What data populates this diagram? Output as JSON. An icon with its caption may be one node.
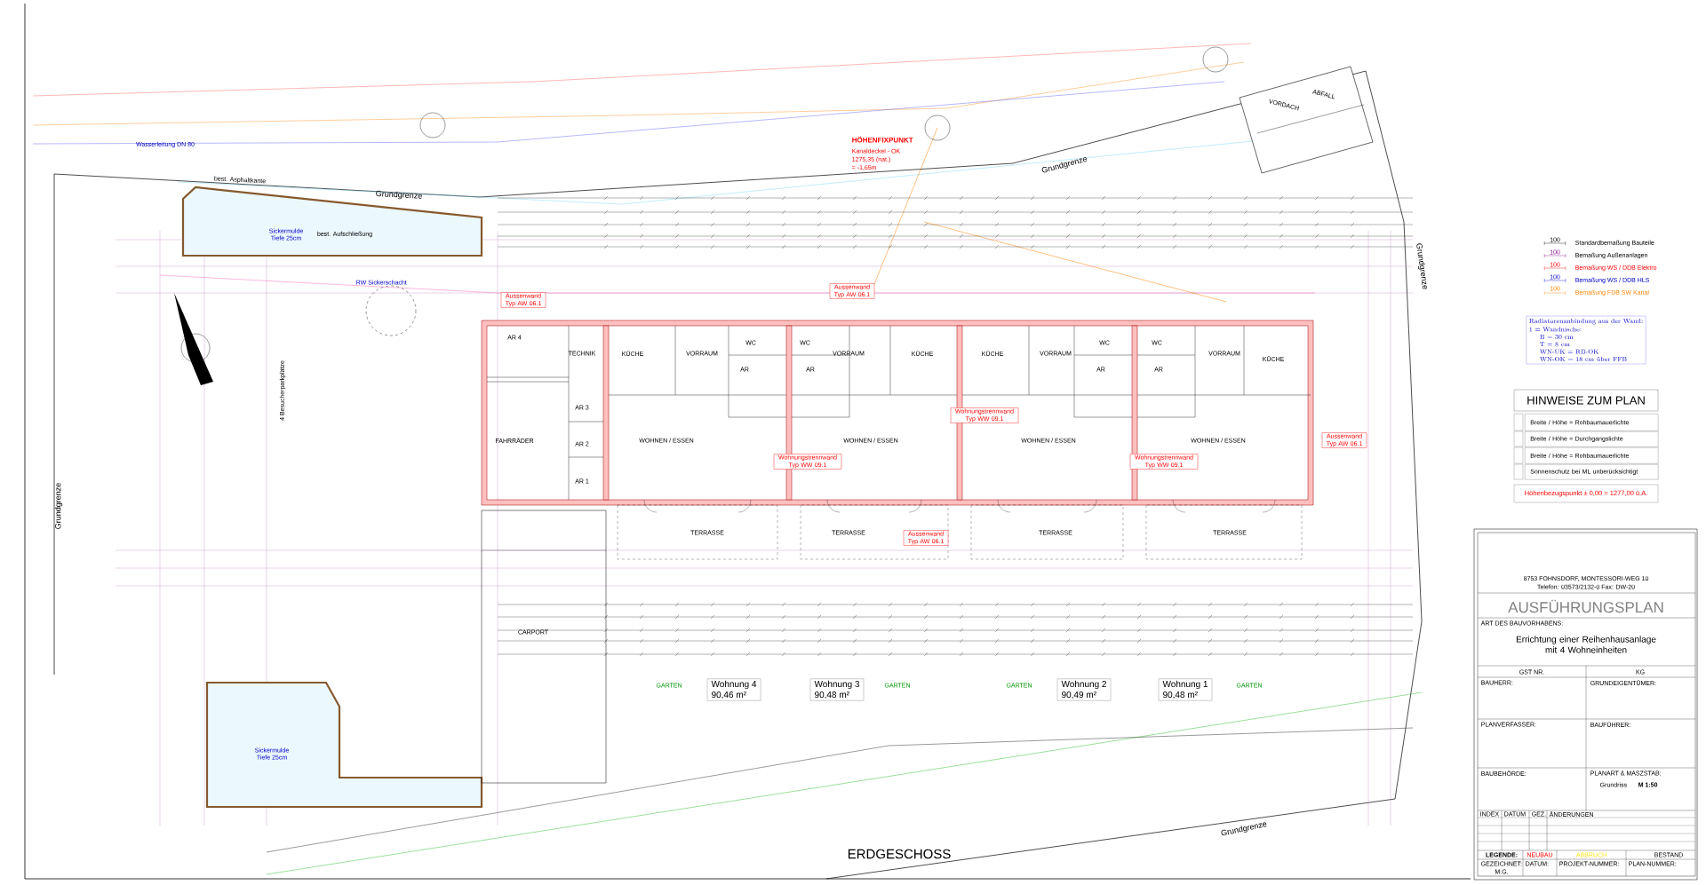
{
  "diagram": {
    "title": "ERDGESCHOSS",
    "nodes": [
      {
        "text": [
          "Wohnung 4",
          "90,46 m²"
        ]
      },
      {
        "text": [
          "Wohnung 3",
          "90,48 m²"
        ]
      },
      {
        "text": [
          "Wohnung 2",
          "90,49 m²"
        ]
      },
      {
        "text": [
          "Wohnung 1",
          "90,48 m²"
        ]
      },
      {
        "text": [
          "HINWEISE ZUM PLAN"
        ]
      },
      {
        "text": [
          "Breite / Höhe = Rohbaumauerlichte"
        ]
      },
      {
        "text": [
          "Breite / Höhe = Durchgangslichte"
        ]
      },
      {
        "text": [
          "Breite / Höhe = Rohbaumauerlichte"
        ]
      },
      {
        "text": [
          "Sonnenschutz bei ML unberücksichtigt"
        ]
      },
      {
        "text": [
          "Höhenbezugspunkt ± 0,00 = 1277,00 ü.A."
        ]
      },
      {
        "text": [
          "Radiatorenanbindung aus der Wand:",
          "1",
          "= Wandnische:",
          "B = 30 cm",
          "T = 8 cm",
          "WN-UK = RB-OK",
          "WN-OK = 18 cm über FFB"
        ]
      },
      {
        "text": [
          "Aussenwand Typ AW 06.1"
        ]
      },
      {
        "text": [
          "Aussenwand Typ AW 06.1"
        ]
      },
      {
        "text": [
          "Aussenwand Typ AW 06.1"
        ]
      },
      {
        "text": [
          "Aussenwand Typ AW 06.1"
        ]
      },
      {
        "text": [
          "Wohnungstrennwand Typ WW 09.1"
        ]
      },
      {
        "text": [
          "Wohnungstrennwand Typ WW 09.1"
        ]
      },
      {
        "text": [
          "Wohnungstrennwand Typ WW 09.1"
        ]
      }
    ],
    "labels": [
      "Grundgrenze",
      "Grundgrenze",
      "Grundgrenze",
      "Grundgrenze",
      "Grundgrenze",
      "HÖHENFIXPUNKT",
      "Kanaldeckel - OK",
      "1275,35 (nat.)",
      "= -1,65m",
      "Sickermulde",
      "Tiefe 25cm",
      "best. Aufschließung",
      "Sickermulde",
      "Tiefe 25cm",
      "RW Sickerschacht",
      "4 Besucherparkplätze",
      "AR 4",
      "TECHNIK",
      "FAHRRÄDER",
      "AR 3",
      "AR 2",
      "AR 1",
      "KÜCHE",
      "VORRAUM",
      "WC",
      "AR",
      "WOHNEN / ESSEN",
      "TERRASSE",
      "WC",
      "AR",
      "VORRAUM",
      "KÜCHE",
      "WOHNEN / ESSEN",
      "TERRASSE",
      "KÜCHE",
      "VORRAUM",
      "WC",
      "AR",
      "WOHNEN / ESSEN",
      "TERRASSE",
      "WC",
      "AR",
      "VORRAUM",
      "KÜCHE",
      "WOHNEN / ESSEN",
      "TERRASSE",
      "CARPORT",
      "GARTEN",
      "GARTEN",
      "GARTEN",
      "GARTEN",
      "100",
      "100",
      "100",
      "100",
      "100",
      "VORDACH",
      "ABFALL",
      "8753 FOHNSDORF, MONTESSORI-WEG 10",
      "Telefon: 03573/2132-0 Fax: DW-20",
      "AUSFÜHRUNGSPLAN",
      "ART DES BAUVORHABENS:",
      "Errichtung einer Reihenhausanlage mit 4 Wohneinheiten",
      "GST NR.",
      "KG",
      "BAUHERR:",
      "GRUNDEIGENTÜMER:",
      "PLANVERFASSER:",
      "BAUFÜHRER:",
      "BAUBEHÖRDE:",
      "PLANART & MASZSTAB:",
      "Grundriss",
      "M 1:50",
      "INDEX",
      "DATUM",
      "GEZ.",
      "ÄNDERUNGEN",
      "LEGENDE:",
      "NEUBAU",
      "ABBRUCH",
      "BESTAND",
      "GEZEICHNET:",
      "M.G.",
      "DATUM:",
      "PROJEKT-NUMMER:",
      "PLAN-NUMMER:",
      "best. Asphaltkante",
      "Wasserleitung DN 80"
    ],
    "legend": [
      {
        "text": "Standardbemaßung Bauteile"
      },
      {
        "text": "Bemaßung Außenanlagen"
      },
      {
        "text": "Bemaßung WS / DDB Elektro"
      },
      {
        "text": "Bemaßung WS / DDB HLS"
      },
      {
        "text": "Bemaßung FDB SW Kanal"
      }
    ]
  }
}
